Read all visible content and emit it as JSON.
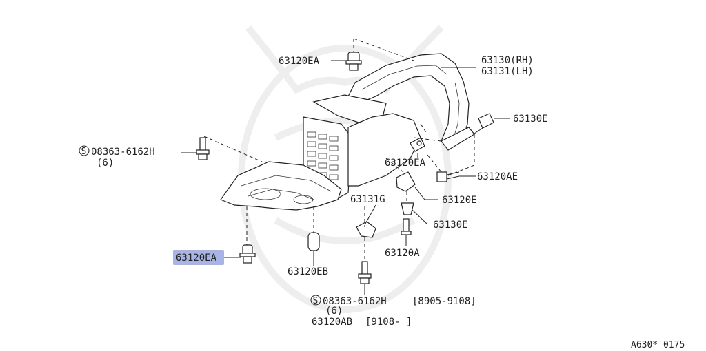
{
  "labels": {
    "p63120EA_top": "63120EA",
    "p63130_rh": "63130(RH)",
    "p63131_lh": "63131(LH)",
    "p63130E_upper": "63130E",
    "p08363_left": "08363-6162H",
    "p08363_left_qty": "(6)",
    "p63120EA_mid": "63120EA",
    "p63120AE": "63120AE",
    "p63131G": "63131G",
    "p63120E": "63120E",
    "p63130E_lower": "63130E",
    "p63120A": "63120A",
    "p63120EA_highlight": "63120EA",
    "p63120EB": "63120EB",
    "p08363_bottom": "08363-6162H",
    "p08363_bottom_range": "[8905-9108]",
    "p08363_bottom_qty": "(6)",
    "p63120AB": "63120AB",
    "p63120AB_range": "[9108-    ]",
    "circle_s": "S",
    "figure_code": "A630* 0175"
  }
}
